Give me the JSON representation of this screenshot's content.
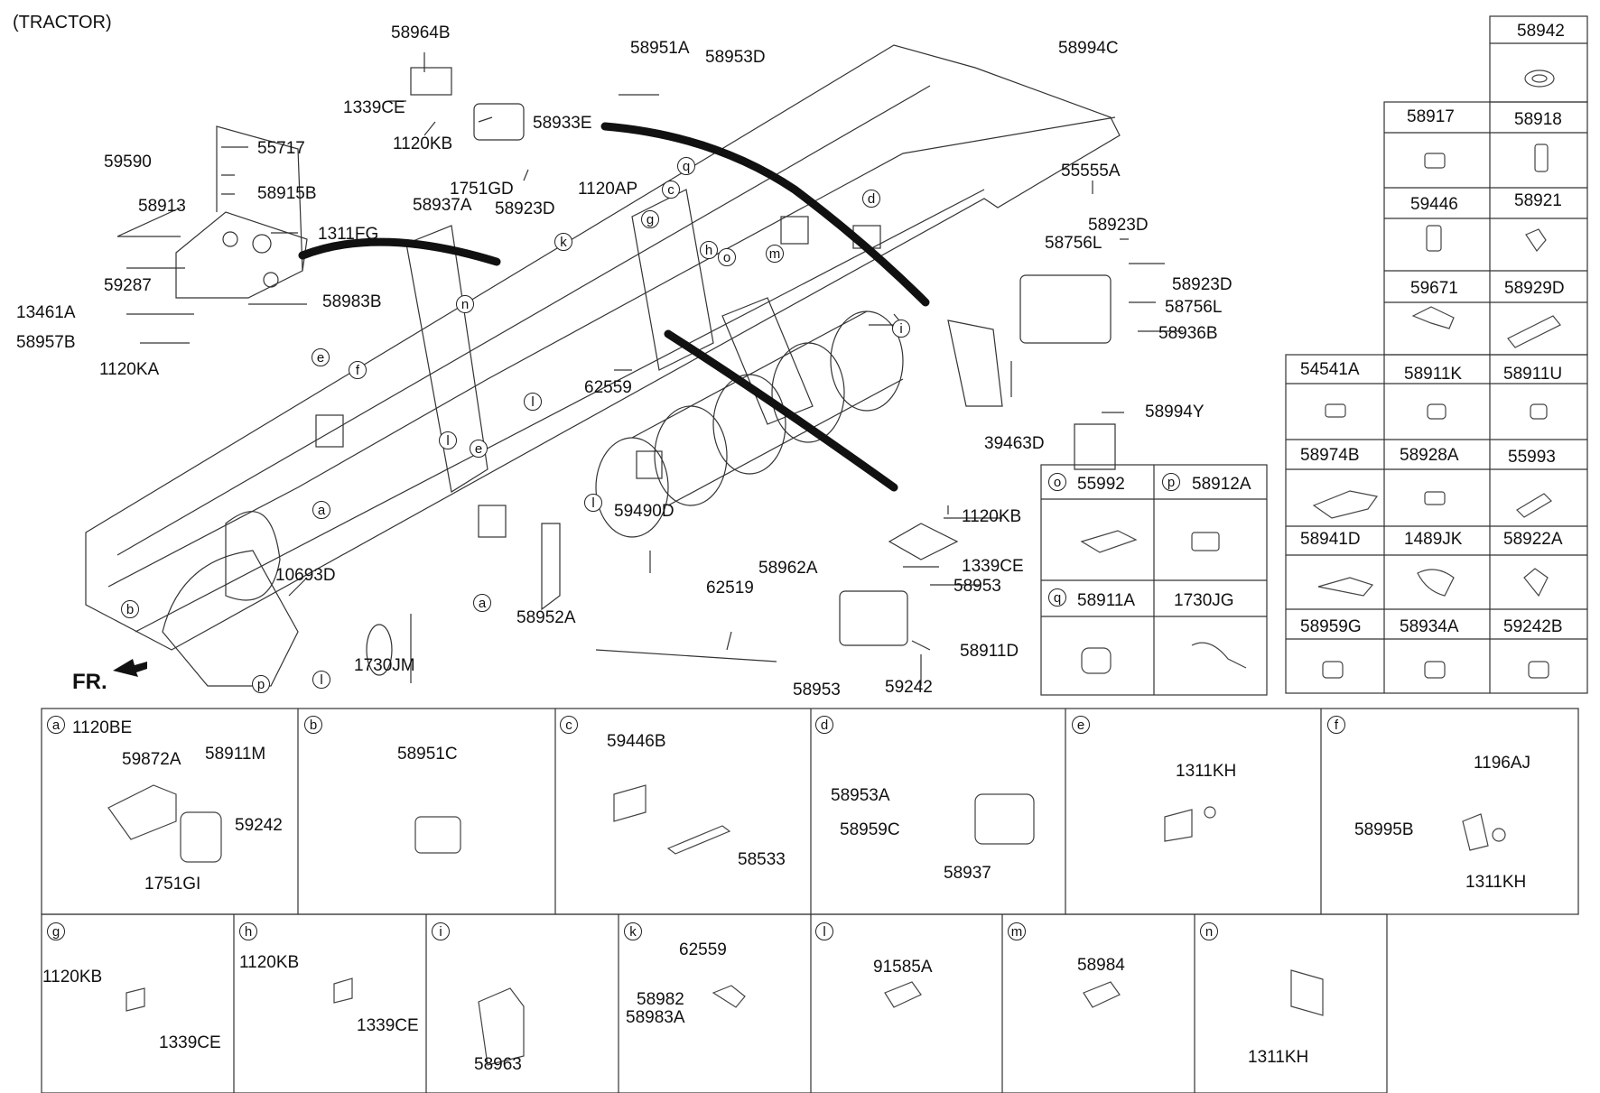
{
  "title": "(TRACTOR)",
  "direction_label": "FR.",
  "main_labels": [
    "58964B",
    "1339CE",
    "1120KB",
    "58933E",
    "58951A",
    "58953D",
    "58994C",
    "55717",
    "59590",
    "1751GD",
    "58937A",
    "58923D",
    "1120AP",
    "58913",
    "58915B",
    "1311FG",
    "59287",
    "58983B",
    "13461A",
    "58957B",
    "1120KA",
    "55555A",
    "58923D",
    "58756L",
    "58923D",
    "58756L",
    "58936B",
    "62559",
    "39463D",
    "58994Y",
    "59490D",
    "1120KB",
    "1339CE",
    "58962A",
    "58953",
    "62519",
    "10693D",
    "58952A",
    "1730JM",
    "58911D",
    "58953",
    "59242"
  ],
  "callout_letters": [
    "q",
    "c",
    "d",
    "g",
    "k",
    "h",
    "o",
    "m",
    "n",
    "i",
    "e",
    "f",
    "l",
    "l",
    "e",
    "a",
    "l",
    "a",
    "b",
    "p",
    "l"
  ],
  "parts_grid": [
    "58942",
    "58917",
    "58918",
    "59446",
    "58921",
    "59671",
    "58929D",
    "54541A",
    "58911K",
    "58911U",
    "58974B",
    "58928A",
    "55993",
    "58941D",
    "1489JK",
    "58922A",
    "58959G",
    "58934A",
    "59242B"
  ],
  "op_box": {
    "o_letter": "o",
    "o_part": "55992",
    "p_letter": "p",
    "p_part": "58912A",
    "q_letter": "q",
    "q_part": "58911A",
    "extra_part": "1730JG"
  },
  "detail_panels": [
    {
      "letter": "a",
      "parts": [
        "1120BE",
        "59872A",
        "58911M",
        "59242",
        "1751GI"
      ]
    },
    {
      "letter": "b",
      "parts": [
        "58951C"
      ]
    },
    {
      "letter": "c",
      "parts": [
        "59446B",
        "58533"
      ]
    },
    {
      "letter": "d",
      "parts": [
        "58953A",
        "58959C",
        "58937"
      ]
    },
    {
      "letter": "e",
      "parts": [
        "1311KH"
      ]
    },
    {
      "letter": "f",
      "parts": [
        "1196AJ",
        "58995B",
        "1311KH"
      ]
    },
    {
      "letter": "g",
      "parts": [
        "1120KB",
        "1339CE"
      ]
    },
    {
      "letter": "h",
      "parts": [
        "1120KB",
        "1339CE"
      ]
    },
    {
      "letter": "i",
      "parts": [
        "58963"
      ]
    },
    {
      "letter": "k",
      "parts": [
        "62559",
        "58982",
        "58983A"
      ]
    },
    {
      "letter": "l",
      "parts": [
        "91585A"
      ]
    },
    {
      "letter": "m",
      "parts": [
        "58984"
      ]
    },
    {
      "letter": "n",
      "parts": [
        "1311KH"
      ]
    }
  ]
}
